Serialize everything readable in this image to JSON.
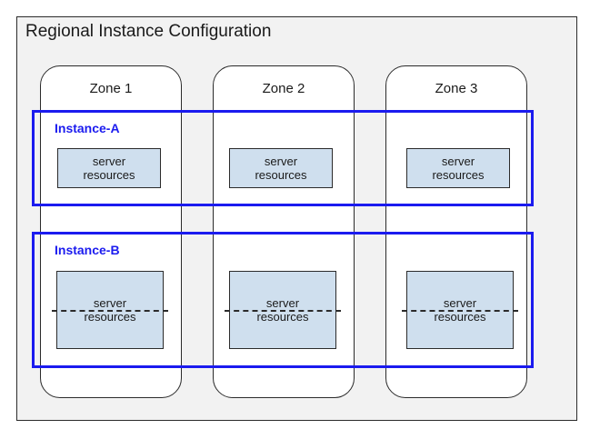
{
  "diagram": {
    "title": "Regional Instance Configuration",
    "background_color": "#f2f2f2",
    "border_color": "#2b2b2b",
    "accent_color": "#1b1bef",
    "server_fill_color": "#cfdfee"
  },
  "zones": [
    {
      "label": "Zone 1"
    },
    {
      "label": "Zone 2"
    },
    {
      "label": "Zone 3"
    }
  ],
  "instances": [
    {
      "label": "Instance-A",
      "servers": [
        {
          "line1": "server",
          "line2": "resources"
        },
        {
          "line1": "server",
          "line2": "resources"
        },
        {
          "line1": "server",
          "line2": "resources"
        }
      ]
    },
    {
      "label": "Instance-B",
      "servers": [
        {
          "line1": "server",
          "line2": "resources"
        },
        {
          "line1": "server",
          "line2": "resources"
        },
        {
          "line1": "server",
          "line2": "resources"
        }
      ]
    }
  ]
}
